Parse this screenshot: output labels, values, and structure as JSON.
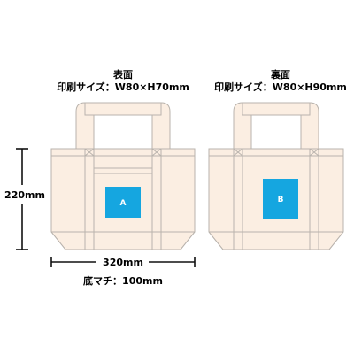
{
  "front": {
    "title": "表面",
    "print_size": "印刷サイズ：W80×H70mm",
    "area_label": "A"
  },
  "back": {
    "title": "裏面",
    "print_size": "印刷サイズ：W80×H90mm",
    "area_label": "B"
  },
  "dimensions": {
    "height": "220mm",
    "width": "320mm",
    "gusset": "底マチ：100mm"
  },
  "colors": {
    "bag_fill": "#fbeee2",
    "bag_stroke": "#b9b3ad",
    "print_area": "#15a6e0",
    "dimension_line": "#111111"
  }
}
